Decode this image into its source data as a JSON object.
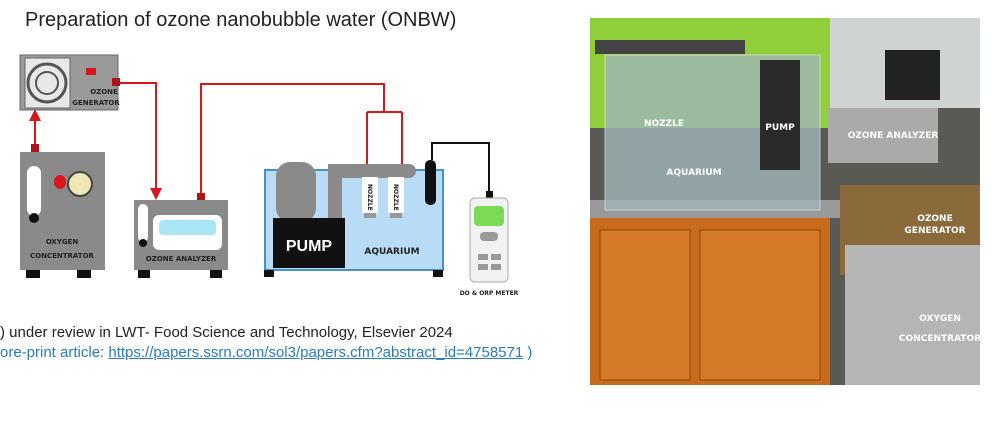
{
  "title": "Preparation of ozone nanobubble water (ONBW)",
  "diagram": {
    "ozone_generator": [
      "OZONE",
      "GENERATOR"
    ],
    "oxygen_concentrator": [
      "OXYGEN",
      "CONCENTRATOR"
    ],
    "ozone_analyzer": "OZONE ANALYZER",
    "pump": "PUMP",
    "aquarium": "AQUARIUM",
    "nozzle": "NOZZLE",
    "meter": "DO & ORP METER"
  },
  "citation": {
    "line1": ") under review in LWT- Food Science and Technology, Elsevier 2024",
    "line2_prefix": "ore-print article:  ",
    "link": "https://papers.ssrn.com/sol3/papers.cfm?abstract_id=4758571",
    "line2_suffix": " )"
  },
  "photo": {
    "nozzle": "NOZZLE",
    "pump": "PUMP",
    "ozone_analyzer": "OZONE ANALYZER",
    "aquarium": "AQUARIUM",
    "ozone_generator": [
      "OZONE",
      "GENERATOR"
    ],
    "oxygen_concentrator": [
      "OXYGEN",
      "CONCENTRATOR"
    ]
  },
  "colors": {
    "tube": "#d8161b",
    "device": "#8a8a8a",
    "water": "#b8dcf5",
    "link": "#2a7bc0"
  }
}
